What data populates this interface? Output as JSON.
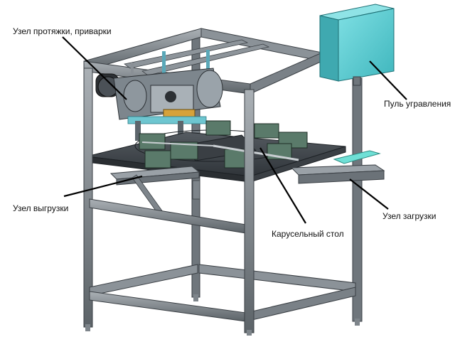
{
  "labels": {
    "welding_unit": "Узел протяжки, приварки",
    "control_panel": "Пуль угравления",
    "unloading_unit": "Узел выгрузки",
    "carousel_table": "Карусельный стол",
    "loading_unit": "Узел загрузки"
  },
  "colors": {
    "frame_dark": "#4b5157",
    "frame_mid": "#6b7278",
    "frame_light": "#9aa1a7",
    "table_top": "#3f444a",
    "panel_front": "#63d1d6",
    "panel_side": "#3fa9b0",
    "panel_top": "#8fe3e6",
    "tray": "#5a7a6a",
    "leader": "#000000"
  }
}
